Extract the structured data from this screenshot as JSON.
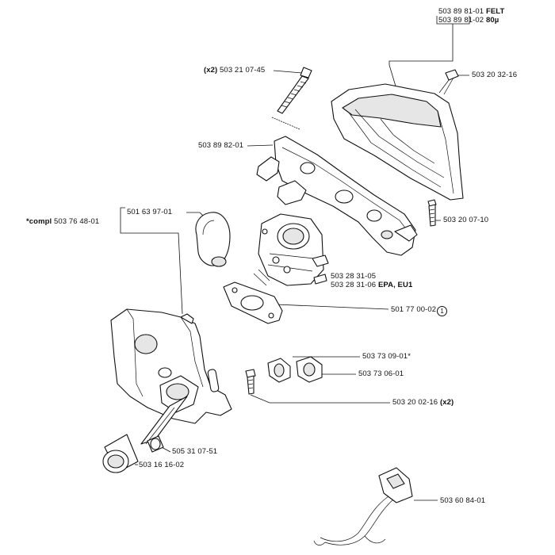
{
  "diagram": {
    "parts": {
      "p_felt": {
        "number": "503 89 81-01",
        "suffix": "FELT"
      },
      "p_80u": {
        "number": "503 89 81-02",
        "suffix": "80µ"
      },
      "p_bolt_x2": {
        "qty": "(x2)",
        "number": "503 21 07-45"
      },
      "p_screw_top": {
        "number": "503 20 32-16"
      },
      "p_plate": {
        "number": "503 89 82-01"
      },
      "p_screw_right": {
        "number": "503 20 07-10"
      },
      "p_compl": {
        "prefix": "*compl",
        "number": "503 76 48-01"
      },
      "p_choke": {
        "number": "501 63 97-01"
      },
      "p_carb1": {
        "number": "503 28 31-05"
      },
      "p_carb2": {
        "number": "503 28 31-06",
        "suffix": "EPA, EU1"
      },
      "p_gasket": {
        "number": "501 77 00-02",
        "note": "1"
      },
      "p_grommet1": {
        "number": "503 73 09-01*"
      },
      "p_grommet2": {
        "number": "503 73 06-01"
      },
      "p_screw_x2": {
        "number": "503 20 02-16",
        "qty": "(x2)"
      },
      "p_ring": {
        "number": "505 31 07-51"
      },
      "p_tube": {
        "number": "503 16 16-02"
      },
      "p_cable": {
        "number": "503 60 84-01"
      }
    }
  }
}
